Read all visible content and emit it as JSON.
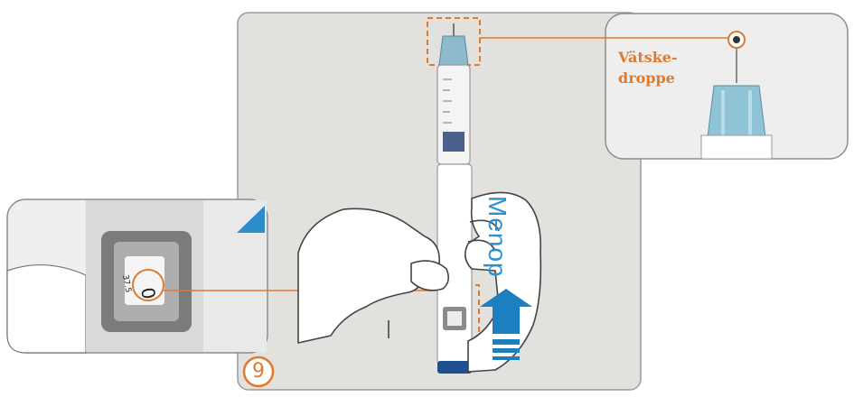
{
  "figure": {
    "step_number": "9",
    "callout_label_line1": "Vätske-",
    "callout_label_line2": "droppe",
    "pen_brand": "Menop",
    "accent_color": "#e07a2e",
    "arrow_color": "#1c7fbf"
  }
}
